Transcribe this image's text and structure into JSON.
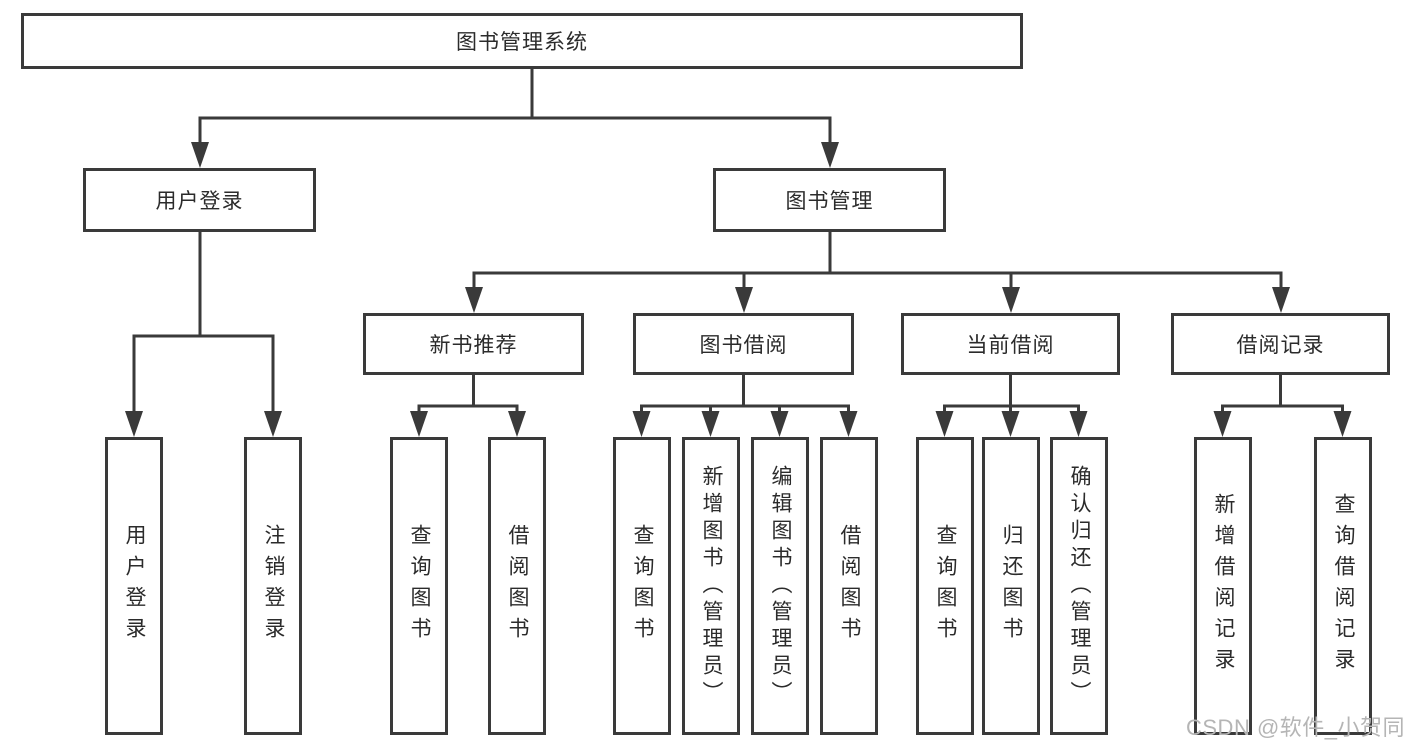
{
  "colors": {
    "line": "#3a3a3a",
    "text": "#2b2b2b",
    "watermark_text": "#b5b5b5",
    "background": "#ffffff"
  },
  "watermark": "CSDN @软件_小贺同学",
  "tree": {
    "root": "图书管理系统",
    "branches": [
      {
        "label": "用户登录",
        "children": [
          "用户登录",
          "注销登录"
        ]
      },
      {
        "label": "图书管理",
        "children": [
          {
            "label": "新书推荐",
            "children": [
              "查询图书",
              "借阅图书"
            ]
          },
          {
            "label": "图书借阅",
            "children": [
              "查询图书",
              "新增图书（管理员）",
              "编辑图书（管理员）",
              "借阅图书"
            ]
          },
          {
            "label": "当前借阅",
            "children": [
              "查询图书",
              "归还图书",
              "确认归还（管理员）"
            ]
          },
          {
            "label": "借阅记录",
            "children": [
              "新增借阅记录",
              "查询借阅记录"
            ]
          }
        ]
      }
    ]
  }
}
